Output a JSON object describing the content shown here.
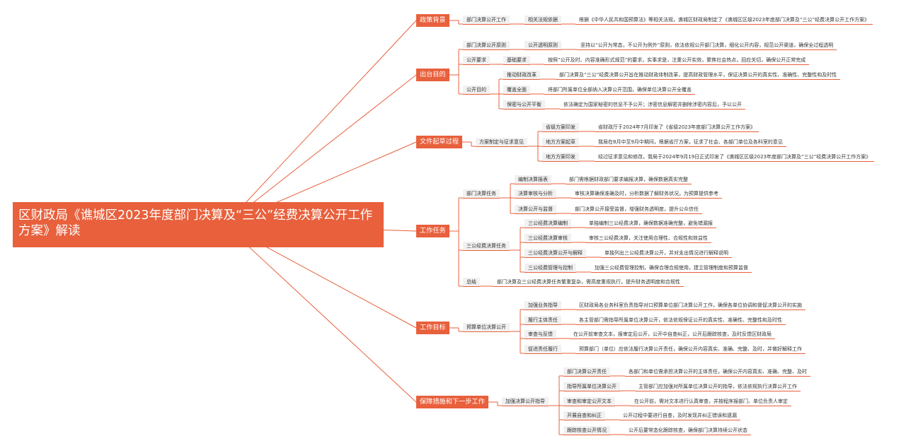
{
  "root": "区财政局《谯城区2023年度部门决算及“三公”经费决算公开工作方案》解读",
  "branches": {
    "b1": "政策背景",
    "b2": "出台目的",
    "b3": "文件起草过程",
    "b4": "工作任务",
    "b5": "工作目标",
    "b6": "保障措施和下一步工作"
  },
  "bg": {
    "n1": "部门决算公开工作",
    "n2": "相关法规依据",
    "n3": "根据《中华人民共和国预算法》等相关法规，谯城区财政局制定了《谯城区区级2023年度部门决算及“三公”经费决算公开工作方案》"
  },
  "purpose": {
    "p1": "部门决算公开原则",
    "p1a": "公开透明原则",
    "p1b": "坚持以“公开为常态，不公开为例外”原则，依法依规公开部门决算，细化公开内容，规范公开渠道，确保全过程透明",
    "p2": "公开要求",
    "p2a": "基础要求",
    "p2b": "按照“公开及时、内容准确形式规范”的要求，实事求是，注重公开实效，聚焦社会热点，回应关切，确保公开正常完成",
    "p3": "公开目的",
    "p3a": "推动财政改革",
    "p3b": "部门决算及“三公”经费决算公开旨在推动财政体制改革，提高财政管理水平，保证决算公开的真实性、准确性、完整性和及时性",
    "p3c": "覆盖全面",
    "p3d": "将部门所属单位全部纳入决算公开范围，确保单位决算公开全覆盖",
    "p3e": "保密与公开平衡",
    "p3f": "依法确定为国家秘密的信息不予公开；涉密信息解密并删除涉密内容后，予以公开"
  },
  "draft": {
    "d0": "方案制定与征求意见",
    "d1": "省级方案印发",
    "d1a": "省财政厅于2024年7月印发了《省级2023年度部门决算公开工作方案》",
    "d2": "地方方案起草",
    "d2a": "我局在8月中至9月中期间，根据省厅方案，征求了社会、各部门单位及各科室的意见",
    "d3": "地方方案印发",
    "d3a": "经过征求意见和修改，我局于2024年9月19日正式印发了《谯城区区级2023年度部门决算及“三公”经费决算公开工作方案》"
  },
  "tasks": {
    "t1": "部门决算任务",
    "t1a": "编制决算报表",
    "t1b": "部门需根据财政部门要求编报决算，确保数据真实完整",
    "t1c": "决算审核与分析",
    "t1d": "审核决算确保准确及时，分析数据了解财务状况，为预算提供参考",
    "t1e": "决算公开与监督",
    "t1f": "部门决算公开接受监督，增强财务透明度，提升公众信任",
    "t2": "三公经费决算任务",
    "t2a": "三公经费决算编制",
    "t2b": "单独编制三公经费决算，确保数据准确完整，避免错漏报",
    "t2c": "三公经费决算审核",
    "t2d": "审核三公经费决算，关注使用合理性、合规性和效益性",
    "t2e": "三公经费决算公开与解释",
    "t2f": "单独列出三公经费决算公开，并对支出情况进行解释说明",
    "t2g": "三公经费管理与控制",
    "t2h": "加强三公经费管理控制，确保合理合规使用，建立管理制度和预算监督",
    "t3": "总结",
    "t3a": "部门决算及三公经费决算任务繁重复杂，需高度重视执行，提升财务透明度和合规性"
  },
  "goals": {
    "g0": "预算单位决算公开",
    "g1": "加强业务指导",
    "g1a": "区财政局各业务科室负责指导对口预算单位部门决算公开工作，确保各单位协调和督促决算公开的实施",
    "g2": "履行主体责任",
    "g2a": "各主管部门需指导所属单位决算公开，依法依规保证公开的真实性、准确性、完整性和及时性",
    "g3": "审查与反馈",
    "g3a": "在公开前审查文本，报审定后公开，公开中自查纠正，公开后跟踪核查，及时反馈区财政局",
    "g4": "促进责任履行",
    "g4a": "预算部门（单位）应依法履行决算公开责任，确保公开内容真实、准确、完整、及时，并做好解释工作"
  },
  "measures": {
    "m0": "加强决算公开指导",
    "m1": "部门决算公开责任",
    "m1a": "各部门和单位需承担决算公开的主体责任，确保公开内容真实、准确、完整、及时",
    "m2": "指导所属单位决算公开",
    "m2a": "主管部门应加强对所属单位决算公开的指导，依法依规执行决算公开工作",
    "m3": "审查和审定公开文本",
    "m3a": "在公开前，需对文本进行认真审查，并按程序报部门、单位负责人审定",
    "m4": "开展自查和纠正",
    "m4a": "公开过程中要进行自查，及时发现并纠正错误和遗漏",
    "m5": "跟踪核查公开情况",
    "m5a": "公开后要常态化跟踪核查，确保部门决算持续公开状态"
  }
}
